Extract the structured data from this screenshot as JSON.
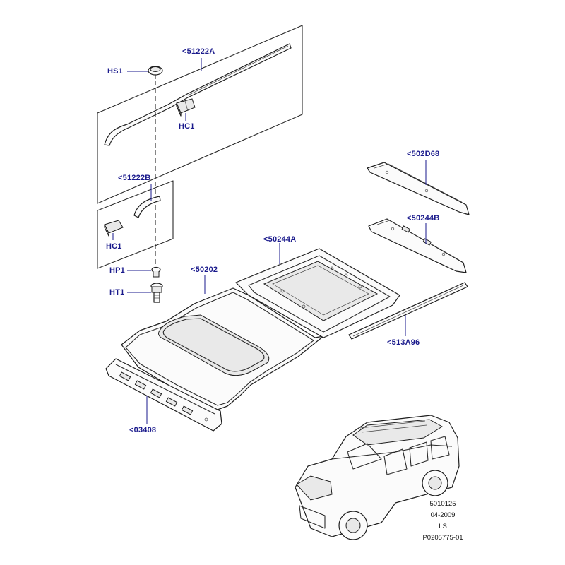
{
  "callouts": {
    "c51222a": "<51222A",
    "hs1": "HS1",
    "hc1_top": "HC1",
    "c51222b": "<51222B",
    "hc1_bottom": "HC1",
    "hp1": "HP1",
    "ht1": "HT1",
    "c50202": "<50202",
    "c50244a": "<50244A",
    "c502d68": "<502D68",
    "c50244b": "<50244B",
    "c513a96": "<513A96",
    "c03408": "<03408"
  },
  "reference": {
    "code": "5010125",
    "date": "04-2009",
    "flag": "LS",
    "drawing_no": "P0205775-01"
  },
  "colors": {
    "callout_text": "#1a1a8c",
    "line": "#1e1e1e",
    "background": "#ffffff"
  }
}
